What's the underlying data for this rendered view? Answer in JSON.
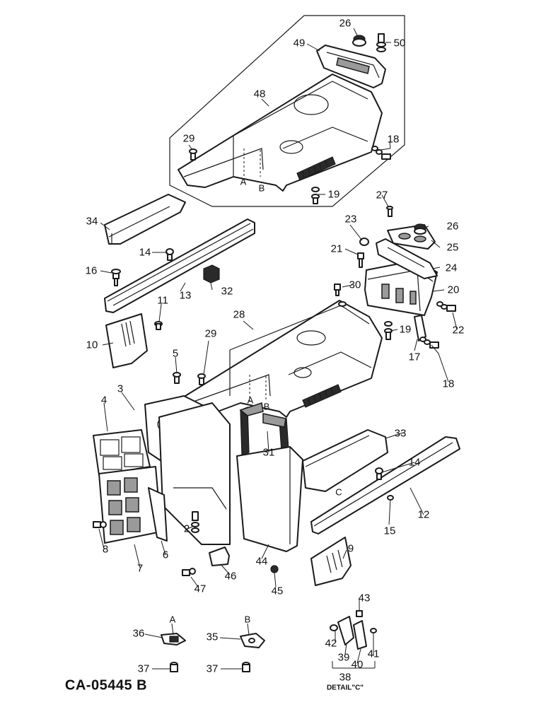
{
  "diagram": {
    "drawing_code": "CA-05445 B",
    "detail_caption": "DETAIL\"C\"",
    "callouts": [
      {
        "id": "2",
        "text": "2"
      },
      {
        "id": "3",
        "text": "3"
      },
      {
        "id": "4",
        "text": "4"
      },
      {
        "id": "5",
        "text": "5"
      },
      {
        "id": "6",
        "text": "6"
      },
      {
        "id": "7",
        "text": "7"
      },
      {
        "id": "8",
        "text": "8"
      },
      {
        "id": "9",
        "text": "9"
      },
      {
        "id": "10",
        "text": "10"
      },
      {
        "id": "11",
        "text": "11"
      },
      {
        "id": "12",
        "text": "12"
      },
      {
        "id": "13",
        "text": "13"
      },
      {
        "id": "14a",
        "text": "14"
      },
      {
        "id": "14b",
        "text": "14"
      },
      {
        "id": "15",
        "text": "15"
      },
      {
        "id": "16",
        "text": "16"
      },
      {
        "id": "17",
        "text": "17"
      },
      {
        "id": "18a",
        "text": "18"
      },
      {
        "id": "18b",
        "text": "18"
      },
      {
        "id": "19a",
        "text": "19"
      },
      {
        "id": "19b",
        "text": "19"
      },
      {
        "id": "20",
        "text": "20"
      },
      {
        "id": "21",
        "text": "21"
      },
      {
        "id": "22",
        "text": "22"
      },
      {
        "id": "23",
        "text": "23"
      },
      {
        "id": "24",
        "text": "24"
      },
      {
        "id": "25",
        "text": "25"
      },
      {
        "id": "26a",
        "text": "26"
      },
      {
        "id": "26b",
        "text": "26"
      },
      {
        "id": "27",
        "text": "27"
      },
      {
        "id": "28",
        "text": "28"
      },
      {
        "id": "29a",
        "text": "29"
      },
      {
        "id": "29b",
        "text": "29"
      },
      {
        "id": "30",
        "text": "30"
      },
      {
        "id": "31",
        "text": "31"
      },
      {
        "id": "32",
        "text": "32"
      },
      {
        "id": "33",
        "text": "33"
      },
      {
        "id": "34",
        "text": "34"
      },
      {
        "id": "35",
        "text": "35"
      },
      {
        "id": "36",
        "text": "36"
      },
      {
        "id": "37a",
        "text": "37"
      },
      {
        "id": "37b",
        "text": "37"
      },
      {
        "id": "38",
        "text": "38"
      },
      {
        "id": "39",
        "text": "39"
      },
      {
        "id": "40",
        "text": "40"
      },
      {
        "id": "41",
        "text": "41"
      },
      {
        "id": "42",
        "text": "42"
      },
      {
        "id": "43",
        "text": "43"
      },
      {
        "id": "44",
        "text": "44"
      },
      {
        "id": "45",
        "text": "45"
      },
      {
        "id": "46",
        "text": "46"
      },
      {
        "id": "47",
        "text": "47"
      },
      {
        "id": "48",
        "text": "48"
      },
      {
        "id": "49",
        "text": "49"
      },
      {
        "id": "50",
        "text": "50"
      },
      {
        "id": "A1",
        "text": "A"
      },
      {
        "id": "B1",
        "text": "B"
      },
      {
        "id": "A2",
        "text": "A"
      },
      {
        "id": "B2",
        "text": "B"
      },
      {
        "id": "C1",
        "text": "C"
      },
      {
        "id": "A3",
        "text": "A"
      },
      {
        "id": "B3",
        "text": "B"
      }
    ]
  }
}
